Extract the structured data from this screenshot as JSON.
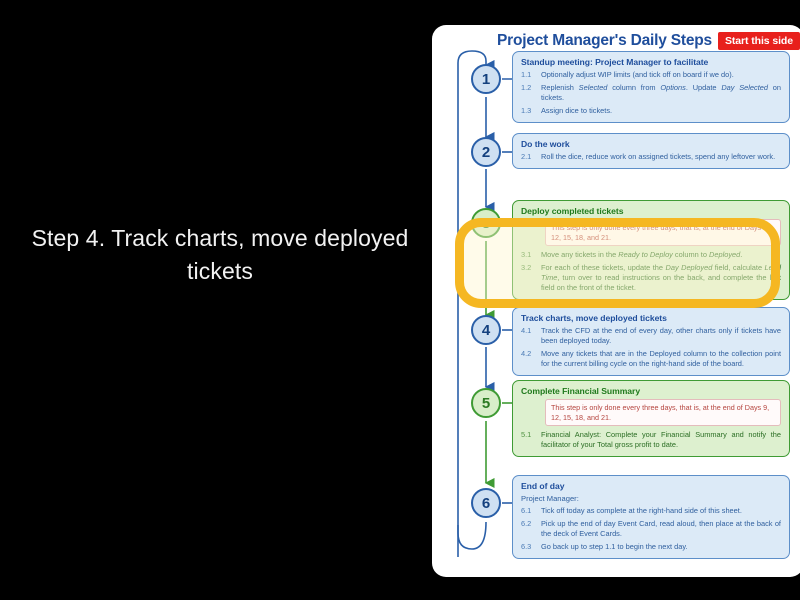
{
  "slide": {
    "title": "Step 4. Track charts, move deployed tickets",
    "background_color": "#000000"
  },
  "diagram": {
    "title": "Project Manager's Daily Steps",
    "start_badge": "Start this side",
    "title_color": "#1f4e9c",
    "badge_color": "#e8201c",
    "blue_accent": "#5d8fc9",
    "green_accent": "#3f9b34",
    "highlight_color": "#f5b722",
    "steps": [
      {
        "number": "1",
        "color": "blue",
        "heading": "Standup meeting: Project Manager to facilitate",
        "subheading": "",
        "note": "",
        "items": [
          {
            "num": "1.1",
            "text": "Optionally adjust WIP limits (and tick off on board if we do)."
          },
          {
            "num": "1.2",
            "text": "Replenish <i>Selected</i> column from <i>Options</i>. Update <i>Day Selected</i> on tickets."
          },
          {
            "num": "1.3",
            "text": "Assign dice to tickets."
          }
        ]
      },
      {
        "number": "2",
        "color": "blue",
        "heading": "Do the work",
        "subheading": "",
        "note": "",
        "items": [
          {
            "num": "2.1",
            "text": "Roll the dice, reduce work on assigned tickets, spend any leftover work."
          }
        ]
      },
      {
        "number": "3",
        "color": "green",
        "heading": "Deploy completed tickets",
        "subheading": "",
        "note": "This step is only done every three days, that is, at the end of Days 9, 12, 15, 18, and 21.",
        "items": [
          {
            "num": "3.1",
            "text": "Move any tickets in the <i>Ready to Deploy</i> column to <i>Deployed</i>."
          },
          {
            "num": "3.2",
            "text": "For each of these tickets, update the <i>Day Deployed</i> field, calculate <i>Lead Time</i>, turn over to read instructions on the back, and complete the last field on the front of the ticket."
          }
        ]
      },
      {
        "number": "4",
        "color": "blue",
        "heading": "Track charts, move deployed tickets",
        "subheading": "",
        "note": "",
        "items": [
          {
            "num": "4.1",
            "text": "Track the CFD at the end of every day, other charts only if tickets have been deployed today."
          },
          {
            "num": "4.2",
            "text": "Move any tickets that are in the Deployed column to the collection point for the current billing cycle on the right-hand side of the board."
          }
        ]
      },
      {
        "number": "5",
        "color": "green",
        "heading": "Complete Financial Summary",
        "subheading": "",
        "note": "This step is only done every three days, that is, at the end of Days 9, 12, 15, 18, and 21.",
        "items": [
          {
            "num": "5.1",
            "text": "Financial Analyst: Complete your Financial Summary and notify the facilitator of your Total gross profit to date."
          }
        ]
      },
      {
        "number": "6",
        "color": "blue",
        "heading": "End of day",
        "subheading": "Project Manager:",
        "note": "",
        "items": [
          {
            "num": "6.1",
            "text": "Tick off today as complete at the right-hand side of this sheet."
          },
          {
            "num": "6.2",
            "text": "Pick up the end of day Event Card, read aloud, then place at the back of the deck of Event Cards."
          },
          {
            "num": "6.3",
            "text": "Go back up to step 1.1 to begin the next day."
          }
        ]
      }
    ]
  }
}
